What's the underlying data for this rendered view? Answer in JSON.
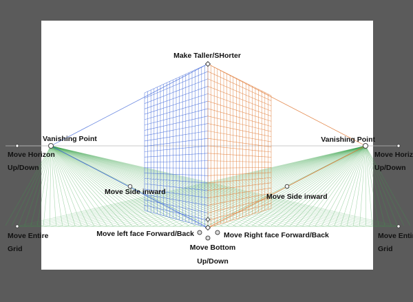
{
  "labels": {
    "make_taller": "Make Taller/SHorter",
    "vp_left": "Vanishing Point",
    "vp_right": "Vanishing Point",
    "horizon_left_1": "Move Horizon",
    "horizon_left_2": "Up/Down",
    "horizon_right_1": "Move Horizon",
    "horizon_right_2": "Up/Down",
    "side_left": "Move Side inward",
    "side_right": "Move Side inward",
    "entire_left_1": "Move Entire",
    "entire_left_2": "Grid",
    "entire_right_1": "Move Entire",
    "entire_right_2": "Grid",
    "left_face": "Move left face Forward/Back",
    "right_face": "Move Right face Forward/Back",
    "bottom_1": "Move Bottom",
    "bottom_2": "Up/Down"
  },
  "colors": {
    "background": "#5b5b5b",
    "artboard": "#ffffff",
    "left_grid": "#3f66d8",
    "right_grid": "#e07a36",
    "ground_grid": "#3aa34a",
    "horizon": "#b9b9b9"
  }
}
